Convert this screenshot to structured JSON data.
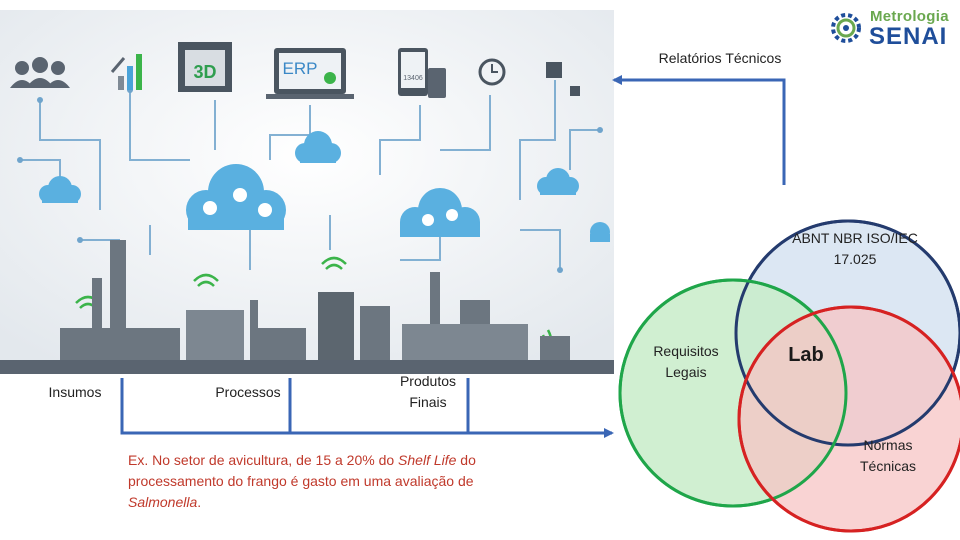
{
  "logo": {
    "line1": "Metrologia",
    "line2": "SENAI"
  },
  "illustration": {
    "erp_text": "ERP",
    "printer_text": "3D",
    "phone_text": "13406"
  },
  "flow": {
    "relatorios": "Relatórios Técnicos",
    "insumos": "Insumos",
    "processos": "Processos",
    "produtos_line1": "Produtos",
    "produtos_line2": "Finais"
  },
  "note": {
    "part1": "Ex. No setor de avicultura, de 15 a 20% do ",
    "shelf_life": "Shelf Life",
    "part2": " do processamento do frango é gasto em uma avaliação de ",
    "salmonella": "Salmonella",
    "part3": "."
  },
  "venn": {
    "abnt_line1": "ABNT NBR ISO/IEC",
    "abnt_line2": "17.025",
    "requisitos_line1": "Requisitos",
    "requisitos_line2": "Legais",
    "lab": "Lab",
    "normas_line1": "Normas",
    "normas_line2": "Técnicas",
    "colors": {
      "blue": "#d6e3f1",
      "green": "#c8ecc9",
      "red": "#f7c4c4",
      "blue_stroke": "#243b6e",
      "green_stroke": "#1fa64a",
      "red_stroke": "#d62222"
    }
  }
}
